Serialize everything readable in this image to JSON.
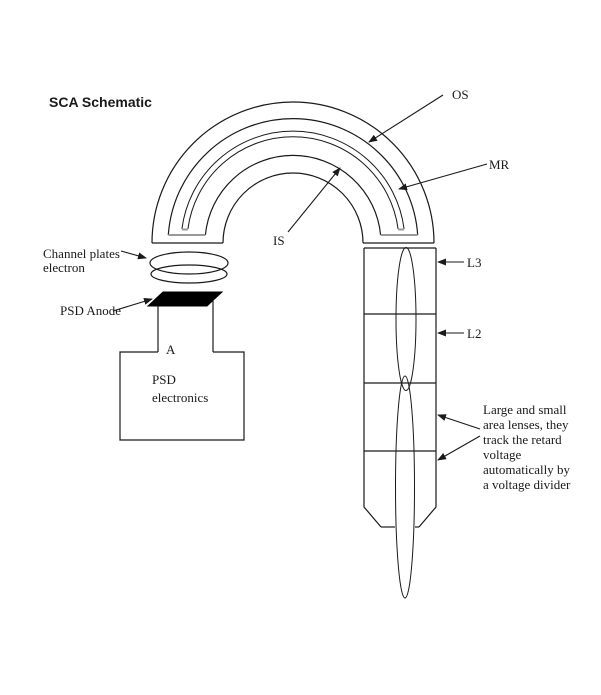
{
  "title": "SCA Schematic",
  "colors": {
    "ink": "#1a1a1a",
    "anode_fill": "#000000",
    "channel_bar_gray": "#999999",
    "background": "#ffffff"
  },
  "hemisphere": {
    "labels": {
      "os": "OS",
      "mr": "MR",
      "is": "IS"
    }
  },
  "column": {
    "labels": {
      "l3": "L3",
      "l2": "L2"
    },
    "note_lines": [
      "Large and small",
      "area lenses, they",
      "track the retard",
      "voltage",
      "automatically by",
      "a voltage divider"
    ]
  },
  "detector": {
    "channel_plates_label_line1": "Channel plates",
    "channel_plates_label_line2": "electron",
    "anode_label": "PSD Anode",
    "anode_wire_label": "A",
    "electronics_box_line1": "PSD",
    "electronics_box_line2": "electronics"
  }
}
